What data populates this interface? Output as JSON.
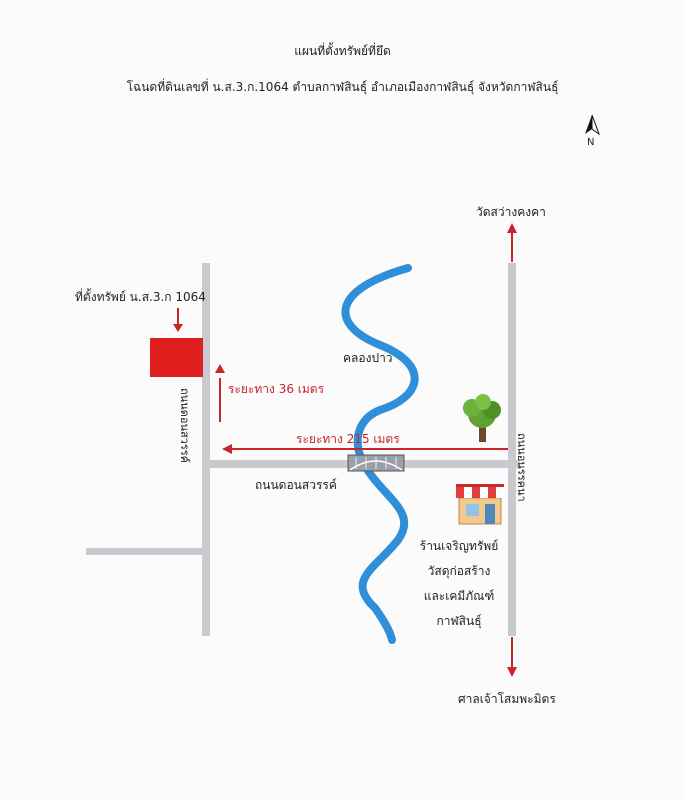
{
  "header": {
    "title": "แผนที่ตั้งทรัพย์ที่ยึด",
    "subtitle": "โฉนดที่ดินเลขที่ น.ส.3.ก.1064  ตำบลกาฬสินธุ์ อำเภอเมืองกาฬสินธุ์ จังหวัดกาฬสินธุ์"
  },
  "compass": {
    "label": "N"
  },
  "property": {
    "label": "ที่ตั้งทรัพย์ น.ส.3.ก 1064",
    "color": "#e01e1e"
  },
  "distances": {
    "short": "ระยะทาง 36 เมตร",
    "long": "ระยะทาง 215 เมตร"
  },
  "roads": {
    "left_vertical": "ถนนดอนสวรรค์",
    "horizontal": "ถนนดอนสวรรค์",
    "right_vertical": "ถนนอนรรคนา"
  },
  "canal": {
    "label": "คลองปาว"
  },
  "landmarks": {
    "north": "วัดสว่างคงคา",
    "south": "ศาลเจ้าโสมพะมิตร",
    "shop_lines": [
      "ร้านเจริญทรัพย์",
      "วัสดุก่อสร้าง",
      "และเคมีภัณฑ์",
      "กาฬสินธุ์"
    ]
  },
  "colors": {
    "road": "#c9c9cf",
    "river": "#2f8fd8",
    "accent": "#c6262a"
  }
}
